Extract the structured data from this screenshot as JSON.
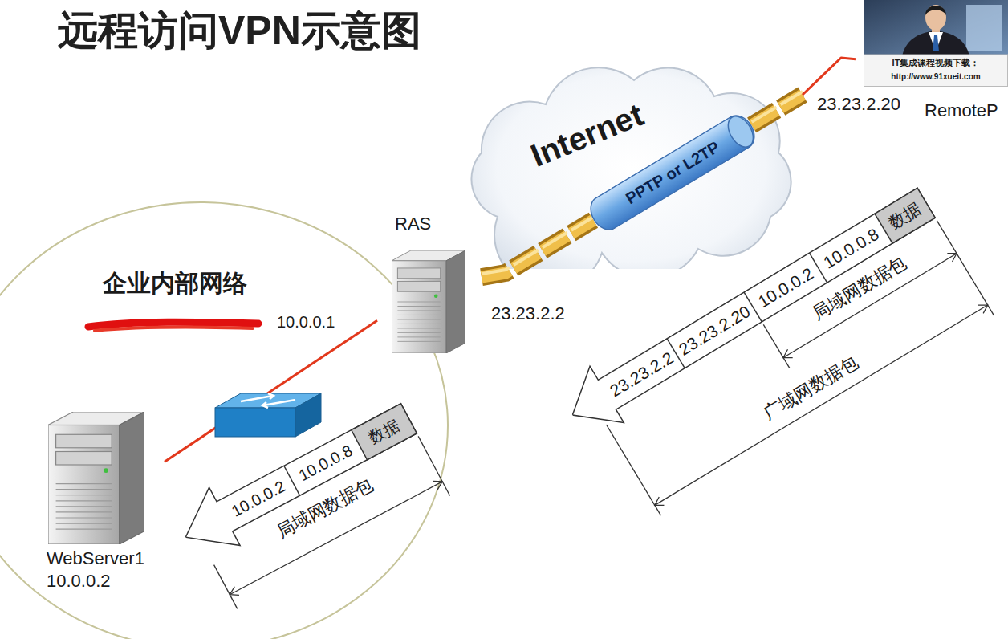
{
  "diagram": {
    "title": "远程访问VPN示意图",
    "nodes": [
      {
        "text": [
          "企业内部网络"
        ]
      },
      {
        "text": [
          "WebServer1",
          "10.0.0.2"
        ],
        "in": 0
      },
      {
        "text": [
          "RAS"
        ]
      },
      {
        "text": [
          "Internet"
        ]
      },
      {
        "text": [
          "PPTP or L2TP"
        ],
        "in": 3
      },
      {
        "text": [
          "RemoteP"
        ]
      }
    ],
    "edges": [
      {
        "from": 1,
        "to": 2,
        "arrow": "none"
      },
      {
        "from": 2,
        "to": 4,
        "arrow": "none"
      },
      {
        "from": 4,
        "to": 5,
        "arrow": "none"
      }
    ],
    "labels": [
      "10.0.0.1",
      "23.23.2.2",
      "23.23.2.20",
      "10.0.0.2",
      "10.0.0.8",
      "数据",
      "局域网数据包",
      "23.23.2.2",
      "23.23.2.20",
      "10.0.0.2",
      "10.0.0.8",
      "数据",
      "局域网数据包",
      "广域网数据包",
      "IT集成课程视频下载：",
      "http://www.91xueit.com"
    ]
  }
}
